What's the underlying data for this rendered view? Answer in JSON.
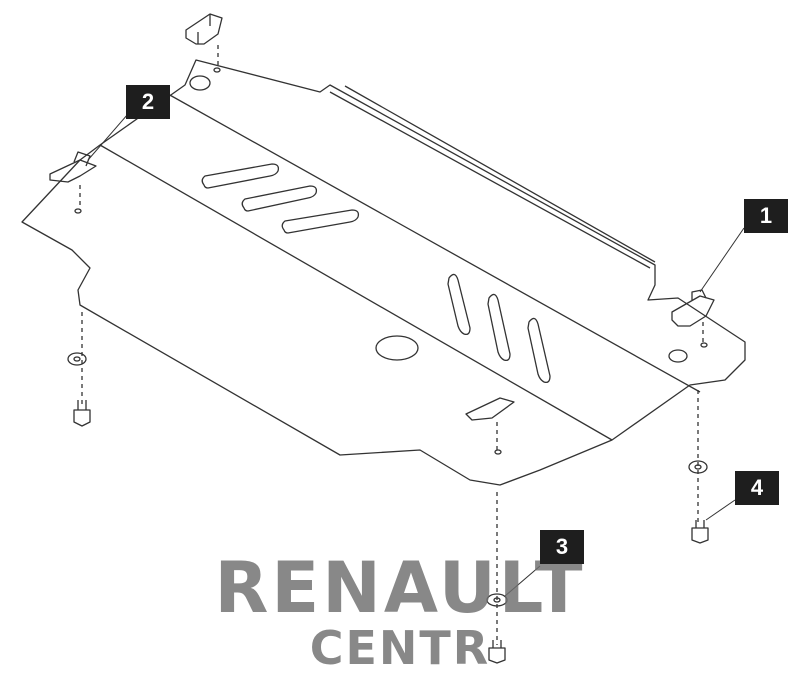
{
  "callouts": [
    {
      "id": "1",
      "label": "1"
    },
    {
      "id": "2",
      "label": "2"
    },
    {
      "id": "3",
      "label": "3"
    },
    {
      "id": "4",
      "label": "4"
    }
  ],
  "watermark": {
    "line1": "RENAULT",
    "line2": "CENTR"
  },
  "colors": {
    "line": "#333333",
    "callout_bg": "#1e1e1e",
    "callout_text": "#ffffff",
    "watermark": "#6f6f6f"
  }
}
